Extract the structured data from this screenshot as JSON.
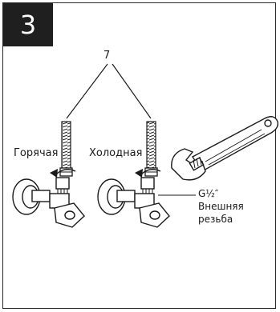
{
  "step": {
    "number": "3"
  },
  "callout": {
    "part_number": "7"
  },
  "labels": {
    "hot": "Горячая",
    "cold": "Холодная",
    "thread_size": "G½″",
    "thread_line1": "Внешняя",
    "thread_line2": "резьба"
  },
  "icons": {
    "wrench": "wrench-icon",
    "hose": "braided-hose-icon",
    "valve": "angle-valve-icon"
  },
  "colors": {
    "ink": "#1a1a1a",
    "badge_bg": "#1f1f1f",
    "badge_text": "#ffffff"
  }
}
